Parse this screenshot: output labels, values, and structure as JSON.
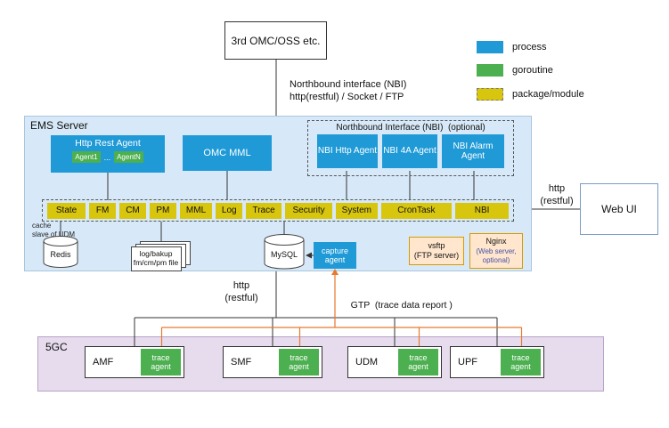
{
  "top_box": {
    "label": "3rd OMC/OSS etc."
  },
  "nbi_link_label": {
    "line1": "Northbound interface (NBI)",
    "line2": "http(restful) / Socket / FTP"
  },
  "legend": {
    "process": {
      "label": "process",
      "color": "#1f9ad7"
    },
    "goroutine": {
      "label": "goroutine",
      "color": "#4caf50"
    },
    "package": {
      "label": "package/module",
      "color": "#d8c60e"
    }
  },
  "ems": {
    "title": "EMS Server",
    "http_rest_agent": {
      "label": "Http Rest Agent",
      "agent_first": "Agent1",
      "agent_dots": "...",
      "agent_last": "AgentN"
    },
    "omc_mml": "OMC MML",
    "nbi_group": {
      "title": "Northbound Interface (NBI)  (optional)",
      "agents": [
        "NBI Http Agent",
        "NBI 4A Agent",
        "NBI Alarm Agent"
      ]
    },
    "modules": [
      "State",
      "FM",
      "CM",
      "PM",
      "MML",
      "Log",
      "Trace",
      "Security",
      "System",
      "CronTask",
      "NBI"
    ],
    "redis": {
      "label": "Redis",
      "note1": "cache",
      "note2": "slave of UDM"
    },
    "log_store": {
      "line1": "log/bakup",
      "line2": "fm/cm/pm file"
    },
    "mysql": {
      "label": "MySQL"
    },
    "capture_agent": {
      "label": "capture agent"
    },
    "vsftp": {
      "line1": "vsftp",
      "line2": "(FTP server)"
    },
    "nginx": {
      "line1": "Nginx",
      "line2": "(Web server,",
      "line3": "optional)"
    }
  },
  "web_ui": {
    "label": "Web UI"
  },
  "web_ui_link": {
    "line1": "http",
    "line2": "(restful)"
  },
  "south_link": {
    "line1": "http",
    "line2": "(restful)"
  },
  "gtp_label": "GTP  (trace data report )",
  "fivegc": {
    "title": "5GC",
    "nfs": [
      {
        "name": "AMF",
        "agent": "trace agent"
      },
      {
        "name": "SMF",
        "agent": "trace agent"
      },
      {
        "name": "UDM",
        "agent": "trace agent"
      },
      {
        "name": "UPF",
        "agent": "trace agent"
      }
    ]
  },
  "colors": {
    "process_blue": "#1f9ad7",
    "goroutine_green": "#4caf50",
    "package_yellow": "#d8c60e",
    "ems_background": "#d7e9f8",
    "fivegc_background": "#e7dcee",
    "server_box_background": "#ffe6cc",
    "server_box_border": "#d79b00",
    "trace_flow_orange": "#e8792e"
  }
}
